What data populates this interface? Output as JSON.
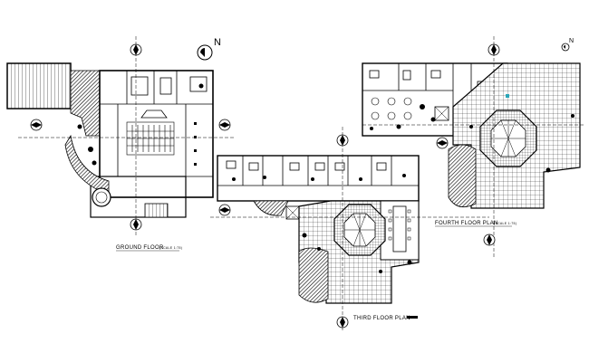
{
  "plans": {
    "ground": {
      "title": "GROUND FLOOR",
      "scale": "(SCALE 1:75)"
    },
    "third": {
      "title": "THIRD FLOOR PLAN"
    },
    "fourth": {
      "title": "FOURTH FLOOR PLAN",
      "scale": "(SCALE 1:75)"
    }
  },
  "north": {
    "letter": "N"
  },
  "colors": {
    "ink": "#000000",
    "paper": "#ffffff",
    "accent": "#2aa6b8"
  }
}
